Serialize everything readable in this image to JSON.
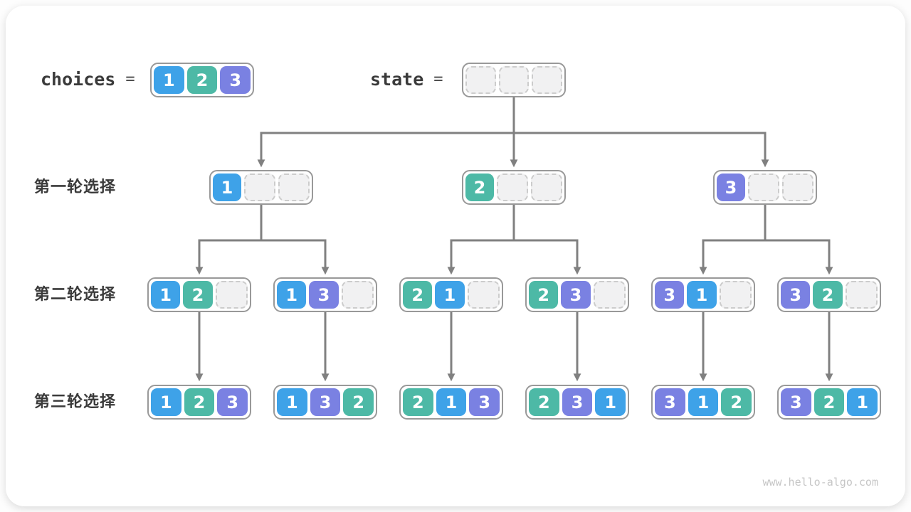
{
  "header": {
    "choices_label": "choices",
    "state_label": "state",
    "equals": "="
  },
  "row_labels": [
    "第一轮选择",
    "第二轮选择",
    "第三轮选择"
  ],
  "boxes": {
    "choices": [
      "1",
      "2",
      "3"
    ],
    "state": [
      "",
      "",
      ""
    ],
    "level1": [
      [
        "1",
        "",
        ""
      ],
      [
        "2",
        "",
        ""
      ],
      [
        "3",
        "",
        ""
      ]
    ],
    "level2": [
      [
        "1",
        "2",
        ""
      ],
      [
        "1",
        "3",
        ""
      ],
      [
        "2",
        "1",
        ""
      ],
      [
        "2",
        "3",
        ""
      ],
      [
        "3",
        "1",
        ""
      ],
      [
        "3",
        "2",
        ""
      ]
    ],
    "level3": [
      [
        "1",
        "2",
        "3"
      ],
      [
        "1",
        "3",
        "2"
      ],
      [
        "2",
        "1",
        "3"
      ],
      [
        "2",
        "3",
        "1"
      ],
      [
        "3",
        "1",
        "2"
      ],
      [
        "3",
        "2",
        "1"
      ]
    ]
  },
  "colors": {
    "value_1_blue": "#3ea2e8",
    "value_2_teal": "#4db9a6",
    "value_3_purple": "#7a81e2",
    "arrow_gray": "#808080",
    "box_border": "#999999",
    "empty_cell_bg": "#f1f1f2",
    "empty_cell_border": "#cccccc",
    "label_text": "#3a3a3a",
    "watermark_text": "#c6c6c6"
  },
  "watermark": "www.hello-algo.com"
}
